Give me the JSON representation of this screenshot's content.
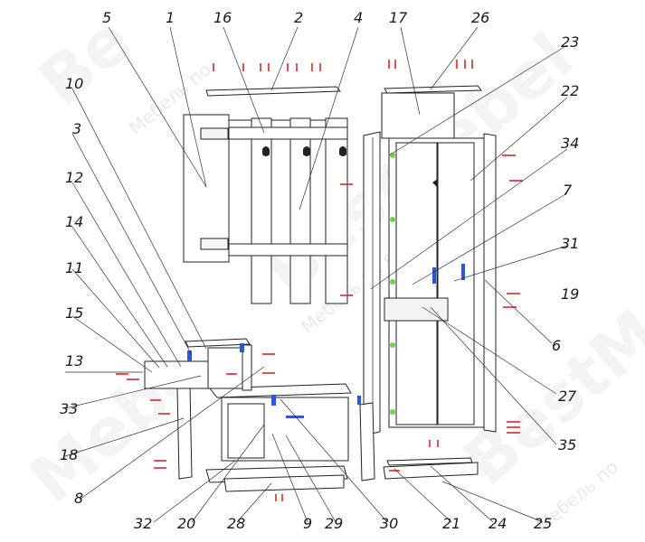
{
  "watermark": {
    "brand": "BestMebel",
    "slogan": "Мебель по вашим идеям"
  },
  "callouts": [
    "5",
    "1",
    "16",
    "2",
    "4",
    "17",
    "26",
    "23",
    "22",
    "10",
    "3",
    "34",
    "12",
    "7",
    "14",
    "31",
    "11",
    "19",
    "15",
    "6",
    "13",
    "33",
    "27",
    "18",
    "35",
    "8",
    "32",
    "20",
    "28",
    "9",
    "29",
    "30",
    "21",
    "24",
    "25"
  ],
  "colors": {
    "fastener_red": "#d62828",
    "fastener_blue": "#2b56d9",
    "hinge_green": "#6fd14d",
    "line": "#222222"
  }
}
